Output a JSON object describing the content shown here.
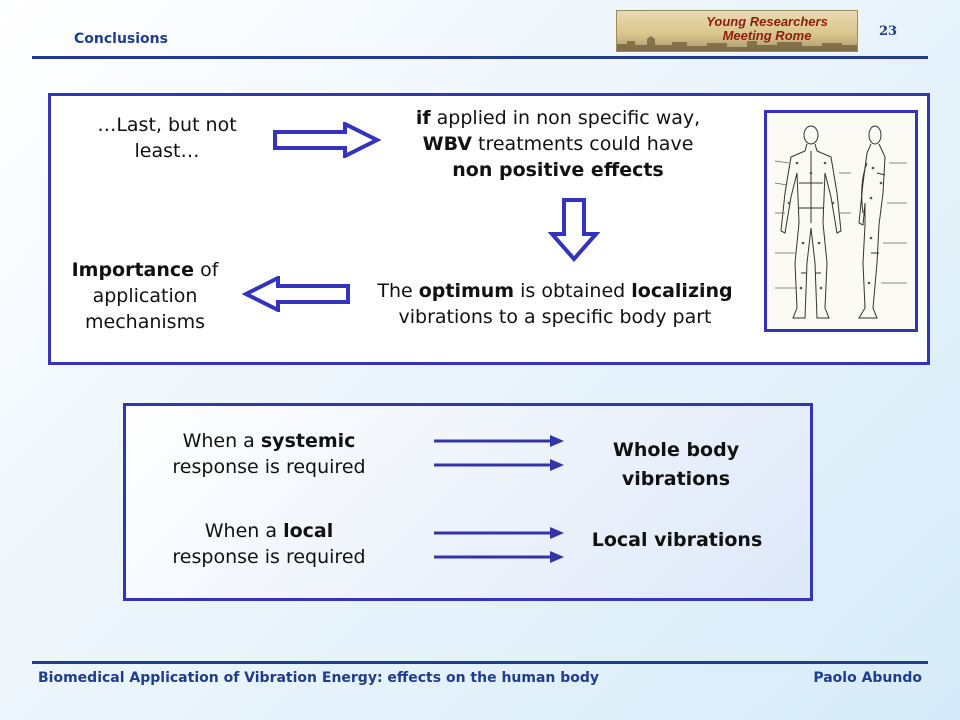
{
  "header": {
    "section_title": "Conclusions",
    "logo_text": "Young Researchers Meeting Rome",
    "page_number": "23"
  },
  "top_box": {
    "last_but_not_least": "…Last, but not least…",
    "statement": {
      "p1": "if",
      "p2": " applied in non specific way,",
      "p3": "WBV",
      "p4": " treatments could have",
      "p5": "non positive effects"
    },
    "optimum": {
      "p1": "The ",
      "p2": "optimum",
      "p3": " is obtained ",
      "p4": "localizing",
      "p5": "vibrations to a specific body part"
    },
    "importance": {
      "p1": "Importance",
      "p2": " of application mechanisms"
    }
  },
  "bottom_box": {
    "systemic": {
      "p1": "When a ",
      "p2": "systemic",
      "p3": "response is required"
    },
    "local": {
      "p1": "When a ",
      "p2": "local",
      "p3": "response is required"
    },
    "whole_body": "Whole body vibrations",
    "local_vibrations": "Local vibrations"
  },
  "footer": {
    "title": "Biomedical Application of Vibration Energy: effects on the human body",
    "author": "Paolo Abundo"
  },
  "colors": {
    "accent": "#3333bb",
    "header_blue": "#1f3d8a"
  },
  "icons": [
    "right-arrow-icon",
    "down-arrow-icon",
    "left-arrow-icon",
    "body-diagram-icon"
  ]
}
